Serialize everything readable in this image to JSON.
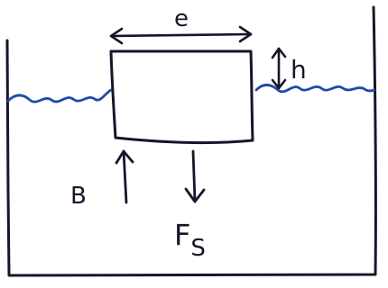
{
  "labels": {
    "width": "e",
    "height": "h",
    "buoyancy": "B",
    "weight_main": "F",
    "weight_sub": "S"
  },
  "colors": {
    "ink": "#16162a",
    "water": "#1f4aa8",
    "background": "#ffffff"
  }
}
